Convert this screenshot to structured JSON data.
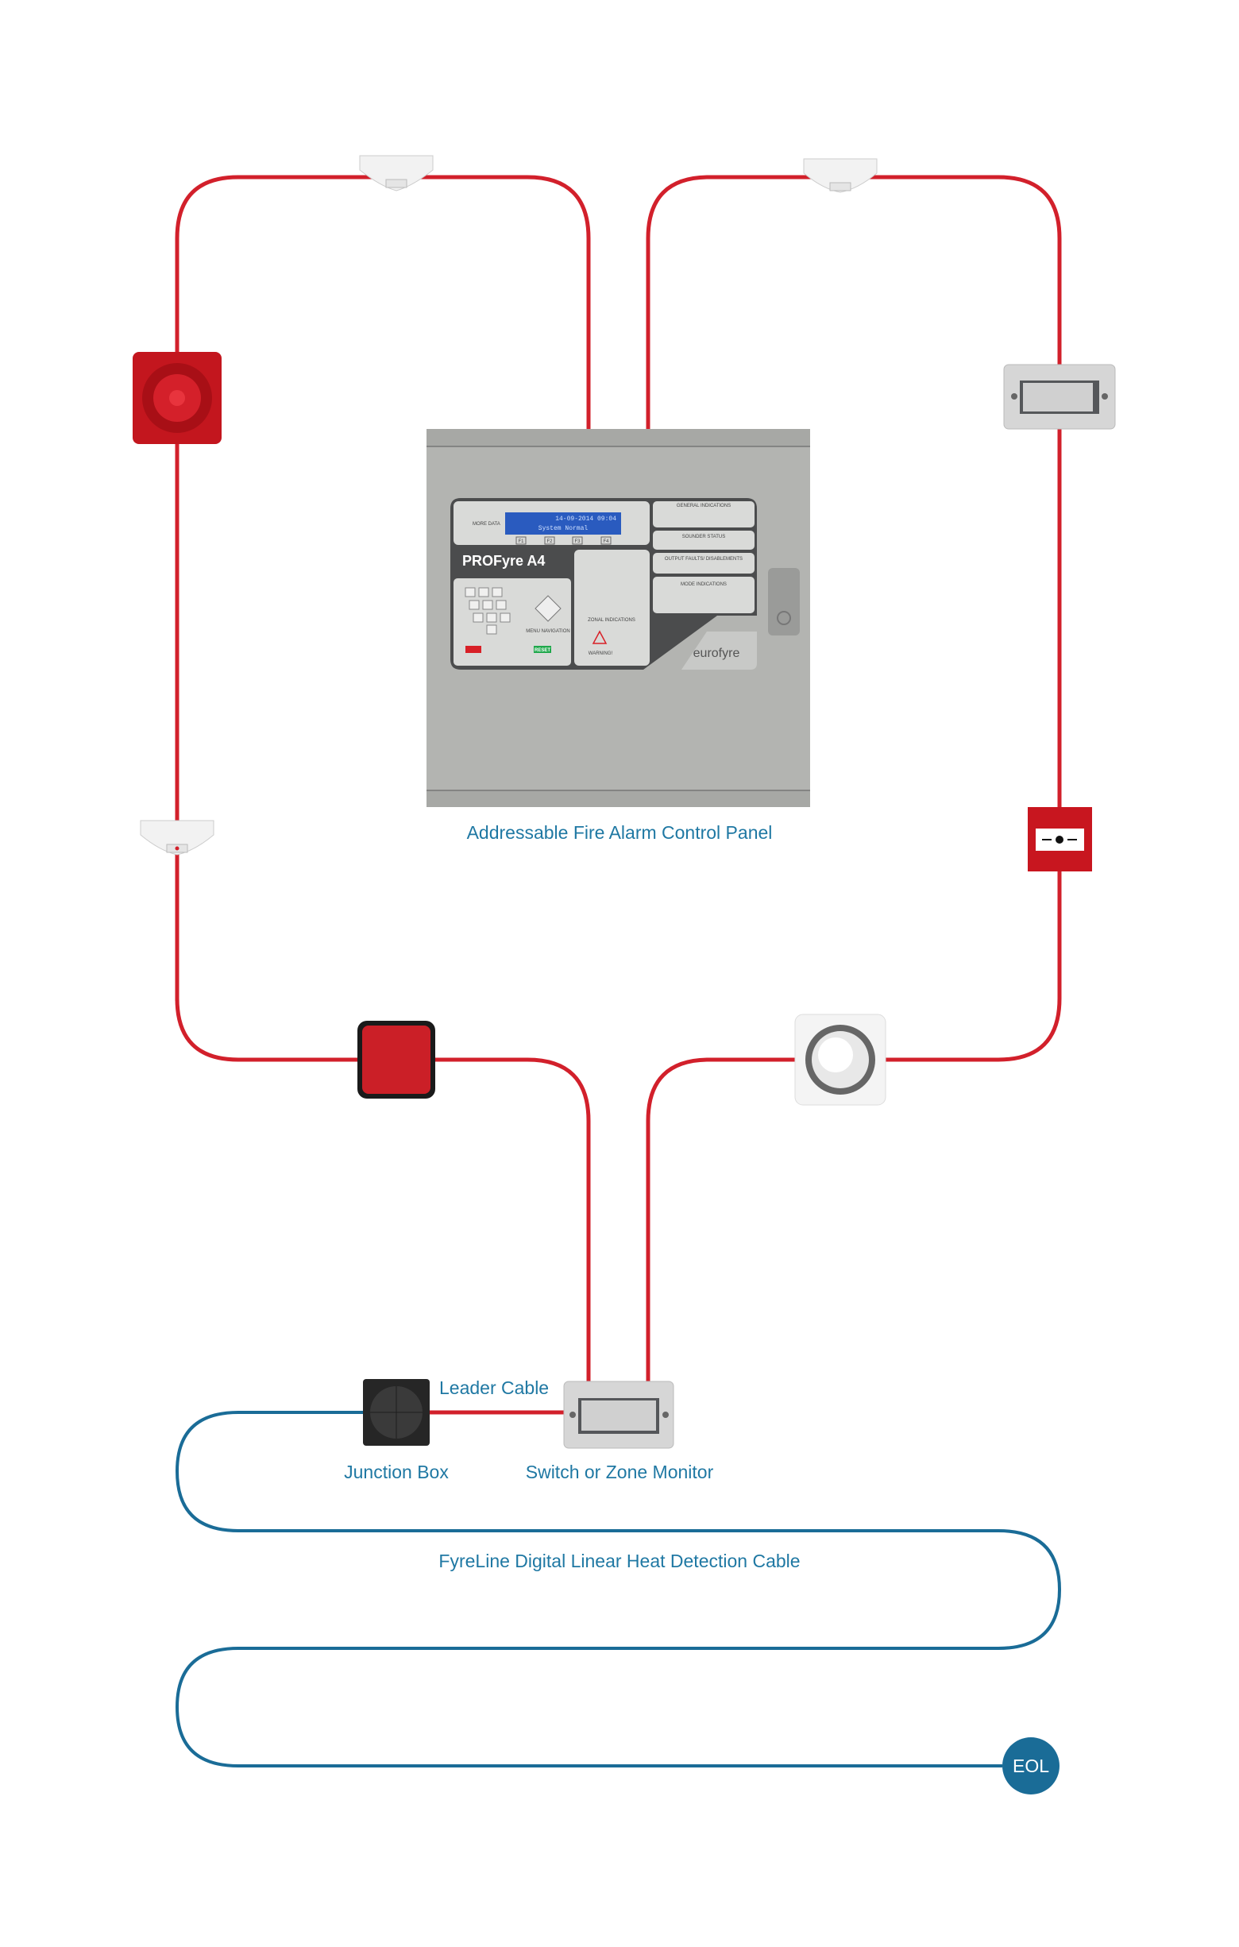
{
  "colors": {
    "loop_cable": "#d2202b",
    "detection_cable": "#1a6c97",
    "label": "#1f78a3",
    "eol": "#1a6c97"
  },
  "labels": {
    "panel": "Addressable Fire Alarm Control Panel",
    "leader_cable": "Leader Cable",
    "junction_box": "Junction Box",
    "zone_monitor": "Switch or Zone Monitor",
    "heat_cable": "FyreLine Digital Linear Heat Detection Cable",
    "eol": "EOL"
  },
  "panel": {
    "brand": "PROFyre A4",
    "maker": "eurofyre",
    "display_line1": "14-09-2014 09:04",
    "display_line2": "System Normal",
    "more_data": "MORE DATA",
    "fkeys": [
      "F1",
      "F2",
      "F3",
      "F4"
    ],
    "section_general": "GENERAL INDICATIONS",
    "section_sounder": "SOUNDER STATUS",
    "section_output": "OUTPUT FAULTS/ DISABLEMENTS",
    "section_mode": "MODE INDICATIONS",
    "zonal": "ZONAL INDICATIONS",
    "menu_nav": "MENU NAVIGATION",
    "warning": "WARNING!",
    "reset": "RESET"
  },
  "devices": [
    "smoke-detector",
    "smoke-detector",
    "sounder",
    "zone-module",
    "smoke-detector",
    "manual-call-point",
    "base-sounder",
    "beacon-sounder",
    "junction-box",
    "zone-monitor"
  ]
}
